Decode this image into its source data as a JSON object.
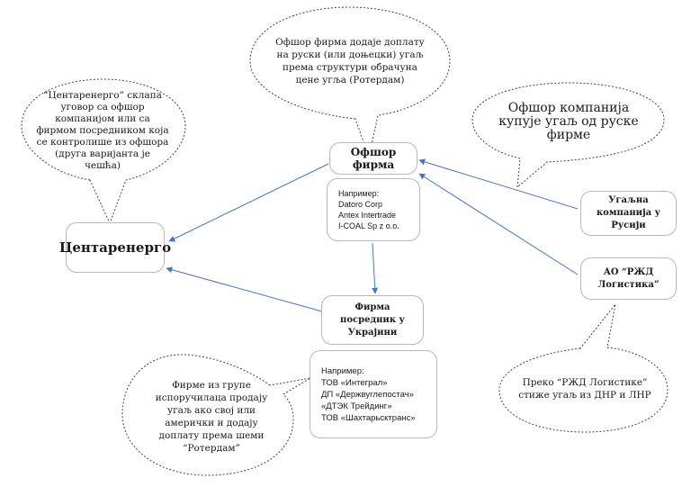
{
  "nodes": {
    "centrenergo": {
      "label": "Центаренерго"
    },
    "offshore": {
      "label": "Офшор фирма"
    },
    "offshore_examples": {
      "heading": "Например:",
      "items": [
        "Datoro Corp",
        "Antex Intertrade",
        "I-COAL Sp z o.o."
      ]
    },
    "russian_coal": {
      "label": "Угаљна компанија у Русији"
    },
    "rzd": {
      "label": "АО “РЖД Логистика”"
    },
    "ukraine_intermediary": {
      "label": "Фирма посредник у Украјини"
    },
    "ukraine_examples": {
      "heading": "Например:",
      "items": [
        "ТОВ «Интеграл»",
        "ДП «Держвуглепостач»",
        "«ДТЭК Трейдинг»",
        "ТОВ «Шахтарьсктранс»"
      ]
    }
  },
  "callouts": {
    "offshore_markup": "Офшор фирма додаје доплату на руски (или доњецки) угаљ према структури обрачуна цене угља (Ротердам)",
    "centrenergo_contract": "“Центаренерго” склапа уговор са офшор компанијом или са фирмом посредником која се контролише из офшора (друга варијанта је чешћа)",
    "offshore_buys": "Офшор компанија купује угаљ од руске фирме",
    "rzd_route": "Преко “РЖД Логистике” стиже угаљ из ДНР и ЛНР",
    "supplier_group": "Фирме из групе испоручилаца продају угаљ ако свој или амерички и додају доплату према шеми “Ротердам”"
  },
  "colors": {
    "arrow": "#4a72c4",
    "box_border": "#b8b8b8",
    "callout_border": "#444444"
  }
}
